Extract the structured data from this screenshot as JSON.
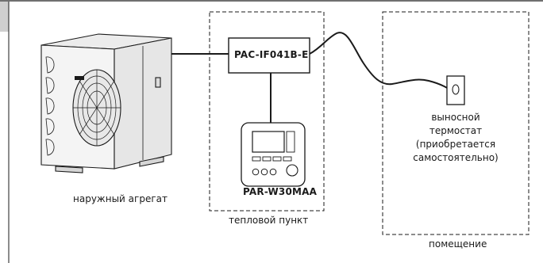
{
  "diagram": {
    "controller_box": "PAC-IF041B-E",
    "remote_controller": "PAR-W30MAA",
    "outdoor_unit": "наружный агрегат",
    "heat_point": "тепловой пункт",
    "room": "помещение",
    "thermostat_lines": [
      "выносной",
      "термостат",
      "(приобретается",
      "самостоятельно)"
    ]
  },
  "colors": {
    "line": "#1a1a1a",
    "sidebar_tab": "#cfcfcf",
    "unit_fill": "#f4f4f4"
  }
}
